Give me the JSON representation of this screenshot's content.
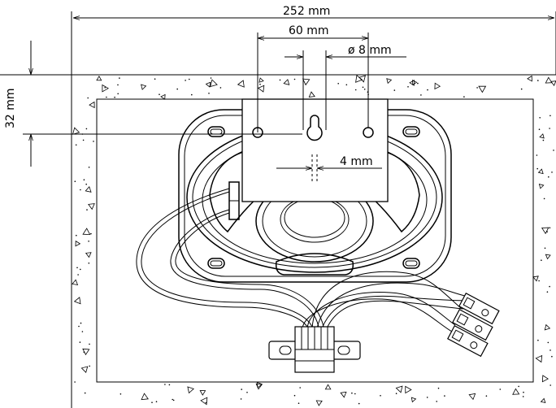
{
  "dimensions": {
    "overall_width": "252 mm",
    "hole_spacing": "60 mm",
    "keyhole_diameter": "ø 8 mm",
    "slot_width": "4 mm",
    "depth": "32 mm"
  }
}
